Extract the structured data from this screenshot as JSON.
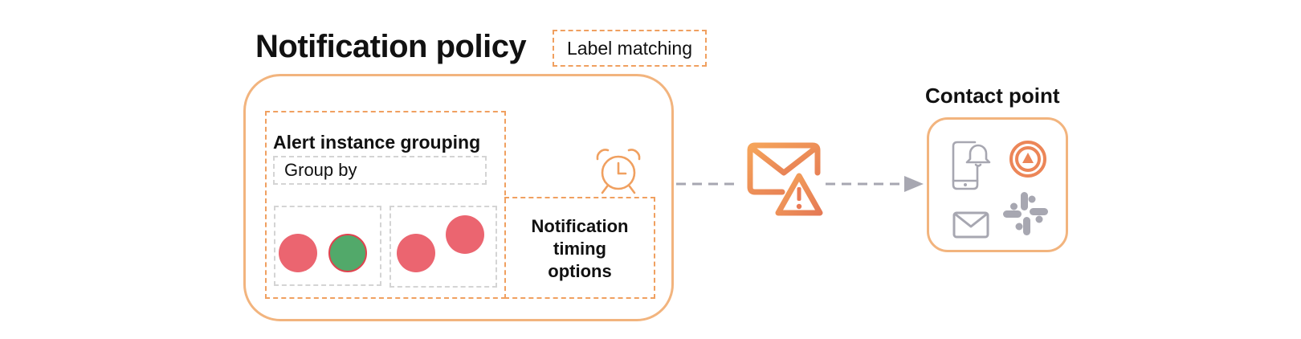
{
  "policy": {
    "title": "Notification policy",
    "label_matching": "Label matching"
  },
  "grouping": {
    "title": "Alert instance grouping",
    "group_by": "Group by"
  },
  "timing": {
    "label": "Notification\ntiming\noptions"
  },
  "contact": {
    "title": "Contact point"
  },
  "colors": {
    "accent_orange": "#f0a060",
    "firing_red": "#eb6570",
    "normal_green": "#52a96a",
    "icon_gray": "#a7a7b1",
    "dashed_gray": "#d4d4d4"
  },
  "icons": [
    "alarm-clock-icon",
    "envelope-warning-icon",
    "phone-bell-icon",
    "pager-icon",
    "email-icon",
    "slack-icon"
  ]
}
